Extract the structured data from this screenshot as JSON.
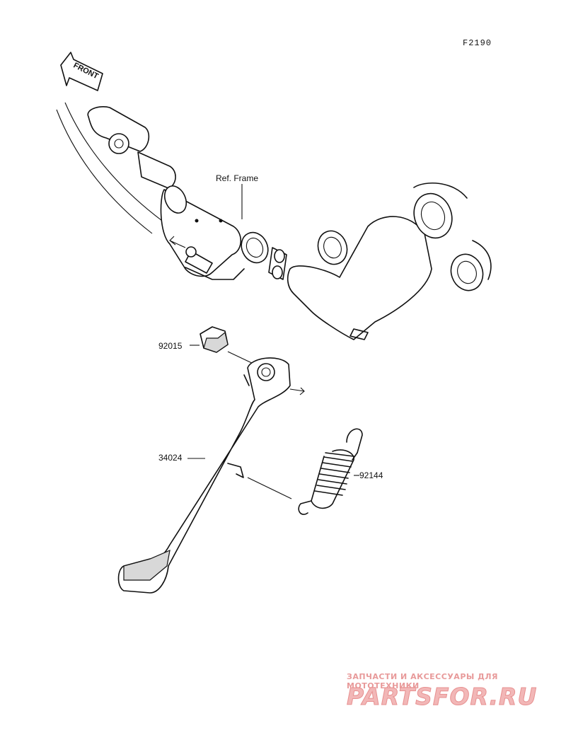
{
  "diagram": {
    "code": "F2190",
    "front_label": "FRONT",
    "ref_frame": "Ref. Frame",
    "parts": {
      "nut": "92015",
      "side_stand": "34024",
      "spring": "92144"
    }
  },
  "watermark": {
    "tagline": "ЗАПЧАСТИ И АКСЕССУАРЫ ДЛЯ МОТОТЕХНИКИ",
    "logo": "PARTSFOR.RU"
  }
}
